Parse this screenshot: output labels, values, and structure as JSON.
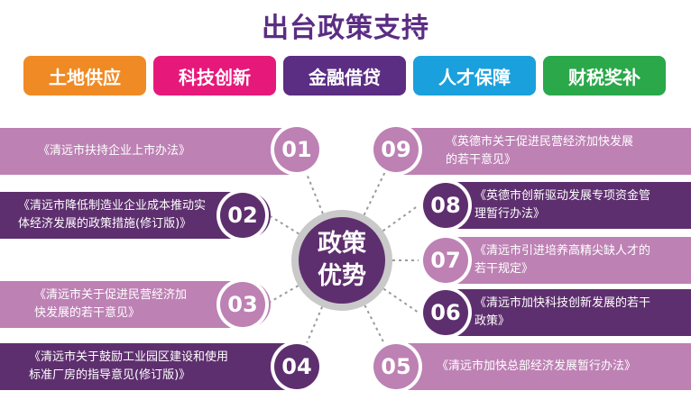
{
  "title": "出台政策支持",
  "categories": [
    {
      "label": "土地供应",
      "color": "#f08a24"
    },
    {
      "label": "科技创新",
      "color": "#e6197b"
    },
    {
      "label": "金融借贷",
      "color": "#5b2d83"
    },
    {
      "label": "人才保障",
      "color": "#1aa0dc"
    },
    {
      "label": "财税奖补",
      "color": "#2aa84a"
    }
  ],
  "center_label": "政策优势",
  "policies": [
    {
      "num": "01",
      "text": "《清远市扶持企业上市办法》"
    },
    {
      "num": "02",
      "text": "《清远市降低制造业企业成本推动实体经济发展的政策措施(修订版)》"
    },
    {
      "num": "03",
      "text": "《清远市关于促进民营经济加快发展的若干意见》"
    },
    {
      "num": "04",
      "text": "《清远市关于鼓励工业园区建设和使用标准厂房的指导意见(修订版)》"
    },
    {
      "num": "05",
      "text": "《清远市加快总部经济发展暂行办法》"
    },
    {
      "num": "06",
      "text": "《清远市加快科技创新发展的若干政策》"
    },
    {
      "num": "07",
      "text": "《清远市引进培养高精尖缺人才的若干规定》"
    },
    {
      "num": "08",
      "text": "《英德市创新驱动发展专项资金管理暂行办法》"
    },
    {
      "num": "09",
      "text": "《英德市关于促进民营经济加快发展的若干意见》"
    }
  ]
}
